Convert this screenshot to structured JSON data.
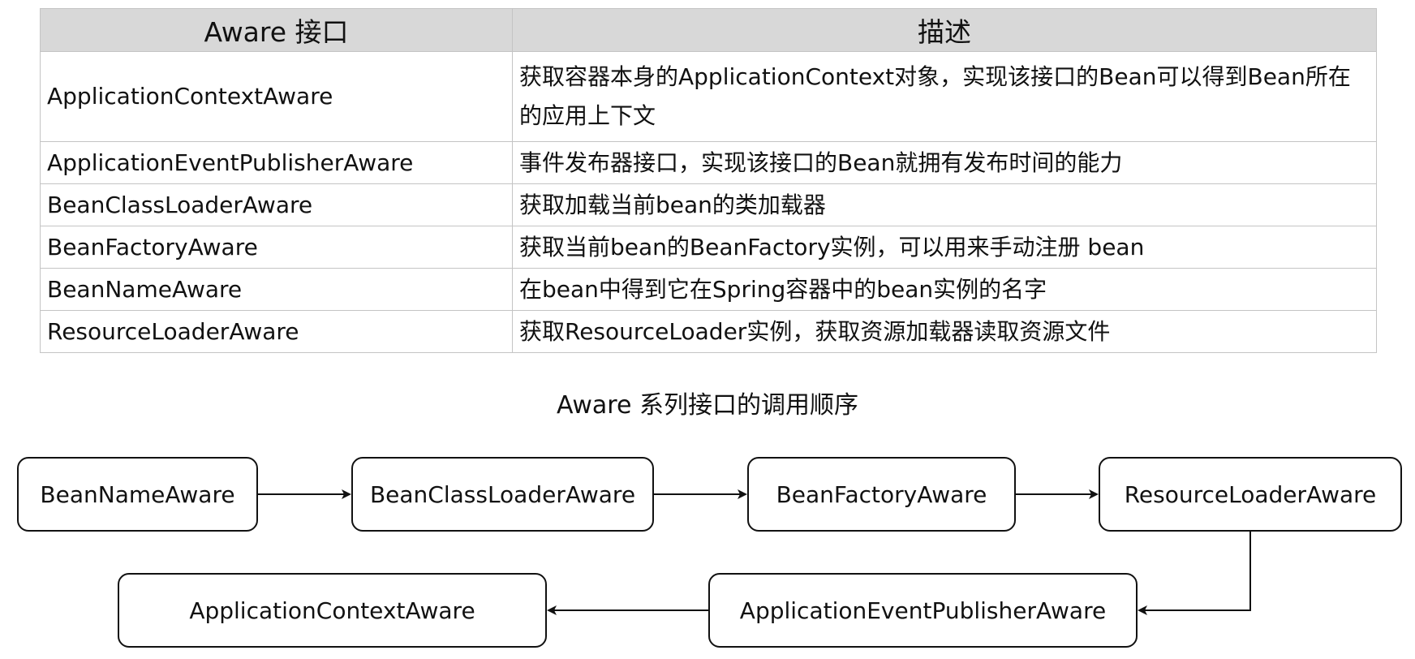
{
  "table": {
    "headers": [
      "Aware 接口",
      "描述"
    ],
    "rows": [
      {
        "interface": "ApplicationContextAware",
        "description": "获取容器本身的ApplicationContext对象，实现该接口的Bean可以得到Bean所在的应用上下文"
      },
      {
        "interface": "ApplicationEventPublisherAware",
        "description": "事件发布器接口，实现该接口的Bean就拥有发布时间的能力"
      },
      {
        "interface": "BeanClassLoaderAware",
        "description": "获取加载当前bean的类加载器"
      },
      {
        "interface": "BeanFactoryAware",
        "description": "获取当前bean的BeanFactory实例，可以用来手动注册 bean"
      },
      {
        "interface": "BeanNameAware",
        "description": "在bean中得到它在Spring容器中的bean实例的名字"
      },
      {
        "interface": "ResourceLoaderAware",
        "description": "获取ResourceLoader实例，获取资源加载器读取资源文件"
      }
    ]
  },
  "diagram": {
    "title": "Aware 系列接口的调用顺序",
    "nodes": [
      "BeanNameAware",
      "BeanClassLoaderAware",
      "BeanFactoryAware",
      "ResourceLoaderAware",
      "ApplicationEventPublisherAware",
      "ApplicationContextAware"
    ]
  },
  "colors": {
    "header_bg": "#d8d8d8",
    "grid_line": "#c4c4c4",
    "stroke": "#111111"
  }
}
